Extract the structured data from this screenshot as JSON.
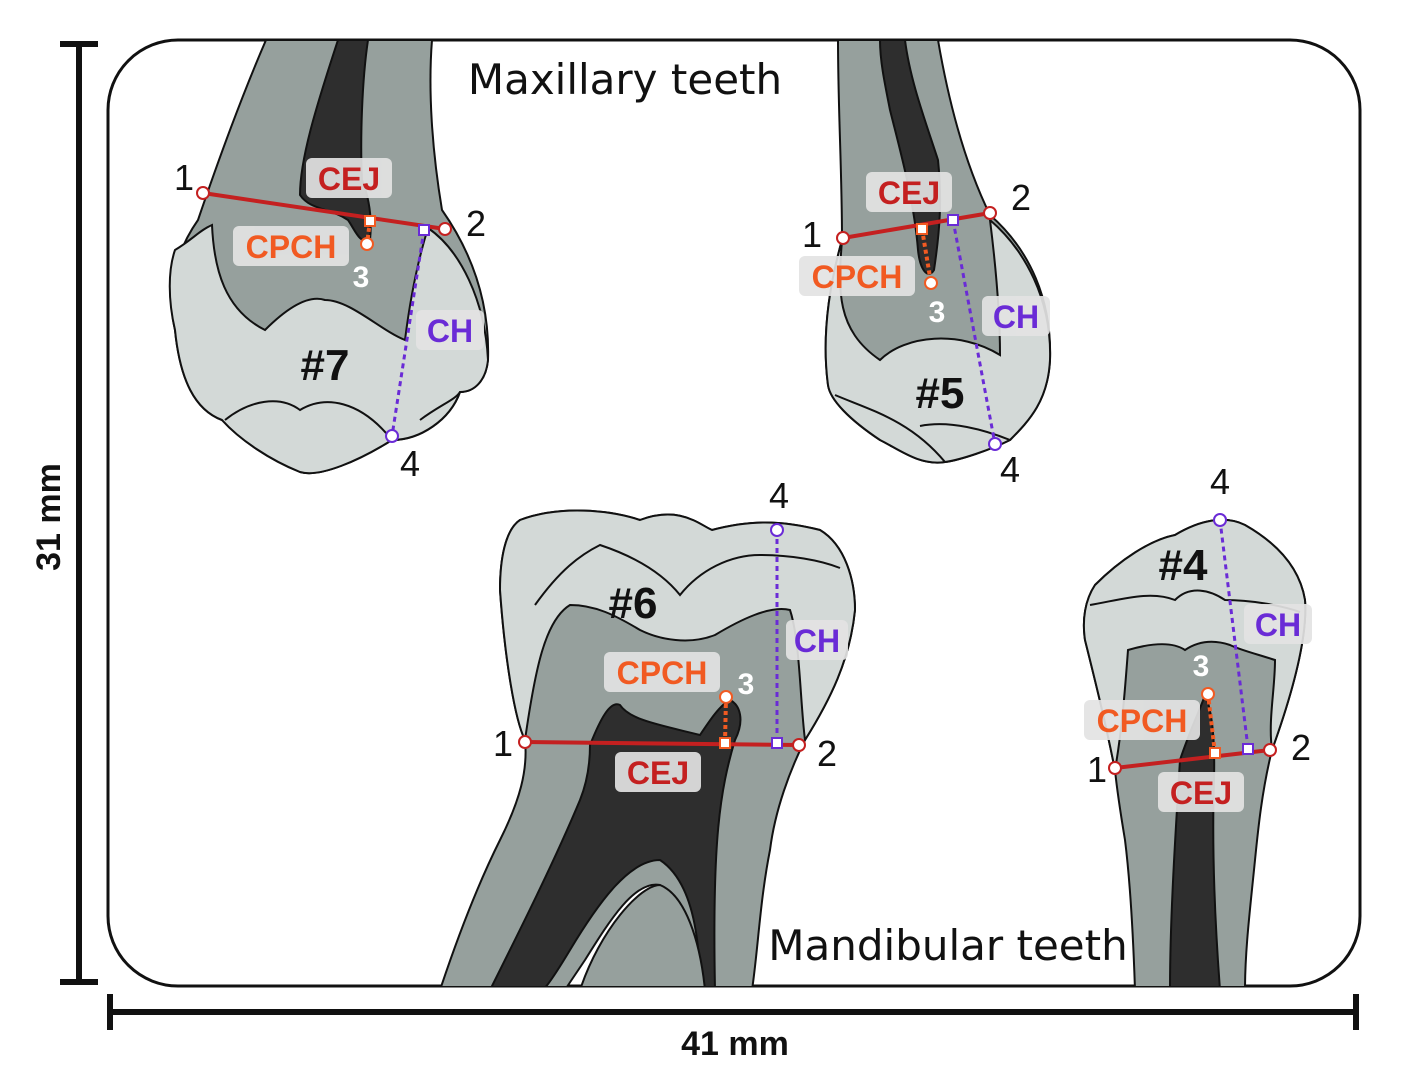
{
  "titles": {
    "top": "Maxillary teeth",
    "bottom": "Mandibular teeth"
  },
  "dimensions": {
    "height": "31 mm",
    "width": "41 mm"
  },
  "labels": {
    "cej": "CEJ",
    "cpch": "CPCH",
    "ch": "CH"
  },
  "points": {
    "p1": "1",
    "p2": "2",
    "p3": "3",
    "p4": "4"
  },
  "teeth": {
    "t7": "#7",
    "t5": "#5",
    "t6": "#6",
    "t4": "#4"
  },
  "colors": {
    "cej": "#c42020",
    "cpch": "#f15a22",
    "ch": "#6a2bd6",
    "pulp": "#2e2e2e",
    "dentin": "#96a09d",
    "enamel": "#d3d9d7",
    "tag_bg": "#e3e3e3"
  }
}
